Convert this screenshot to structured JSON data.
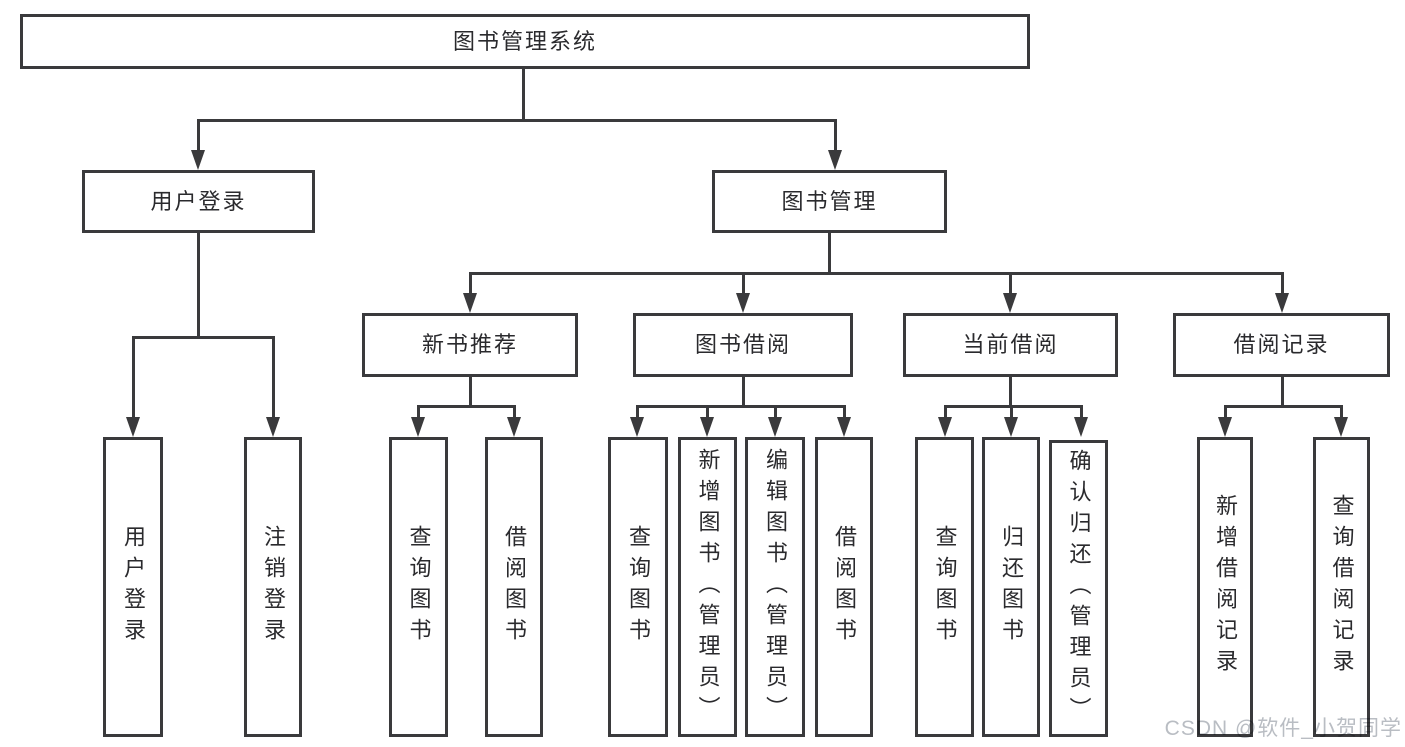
{
  "page": {
    "background": "#ffffff"
  },
  "colors": {
    "line": "#3a3a3c",
    "text": "#2a2a2d",
    "node_fill": "#ffffff",
    "watermark": "#b9bdc3"
  },
  "nodes": {
    "root": "图书管理系统",
    "user_login": "用户登录",
    "book_mgmt": "图书管理",
    "new_book": "新书推荐",
    "book_borrow": "图书借阅",
    "current_borrow": "当前借阅",
    "borrow_record": "借阅记录",
    "leaves": {
      "user_login": [
        "用户登录",
        "注销登录"
      ],
      "new_book": [
        "查询图书",
        "借阅图书"
      ],
      "book_borrow": [
        "查询图书",
        "新增图书（管理员）",
        "编辑图书（管理员）",
        "借阅图书"
      ],
      "current_borrow": [
        "查询图书",
        "归还图书",
        "确认归还（管理员）"
      ],
      "borrow_record": [
        "新增借阅记录",
        "查询借阅记录"
      ]
    }
  },
  "watermark": "CSDN @软件_小贺同学"
}
